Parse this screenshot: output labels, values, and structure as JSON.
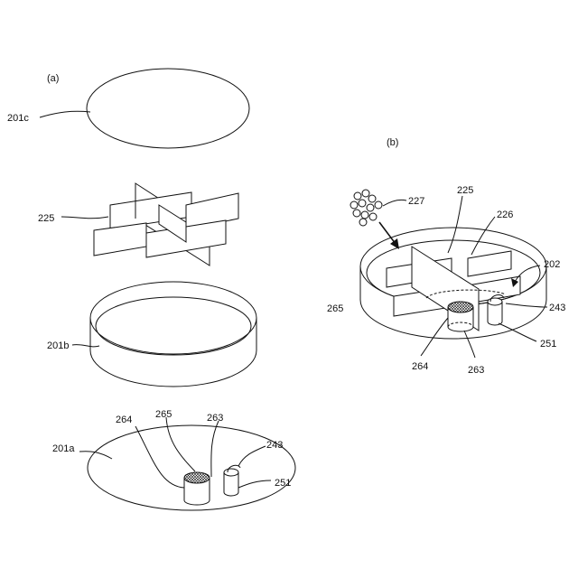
{
  "panels": {
    "a": {
      "label": "(a)"
    },
    "b": {
      "label": "(b)"
    }
  },
  "labels": {
    "l201c": "201c",
    "l225a": "225",
    "l201b": "201b",
    "l201a": "201a",
    "l264a": "264",
    "l265a": "265",
    "l263a": "263",
    "l243a": "243",
    "l251a": "251",
    "l227": "227",
    "l225b": "225",
    "l226": "226",
    "l202": "202",
    "l265b": "265",
    "l243b": "243",
    "l251b": "251",
    "l264b": "264",
    "l263b": "263"
  }
}
